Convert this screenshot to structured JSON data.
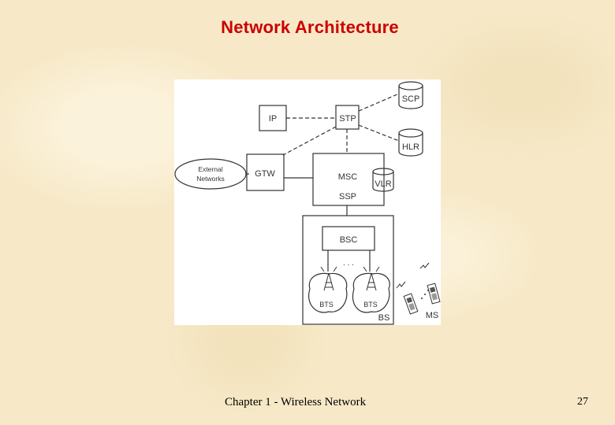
{
  "slide": {
    "title": "Network Architecture",
    "footer": "Chapter 1 - Wireless Network",
    "page_number": "27"
  },
  "diagram": {
    "external_networks_line1": "External",
    "external_networks_line2": "Networks",
    "gtw": "GTW",
    "ip": "IP",
    "stp": "STP",
    "scp": "SCP",
    "hlr": "HLR",
    "msc": "MSC",
    "vlr": "VLR",
    "ssp": "SSP",
    "bsc": "BSC",
    "ellipsis": ". . .",
    "bts_left": "BTS",
    "bts_right": "BTS",
    "bs": "BS",
    "ms": "MS"
  },
  "colors": {
    "title": "#cc0000",
    "background": "#f7e9c8",
    "diagram_line": "#333333"
  }
}
